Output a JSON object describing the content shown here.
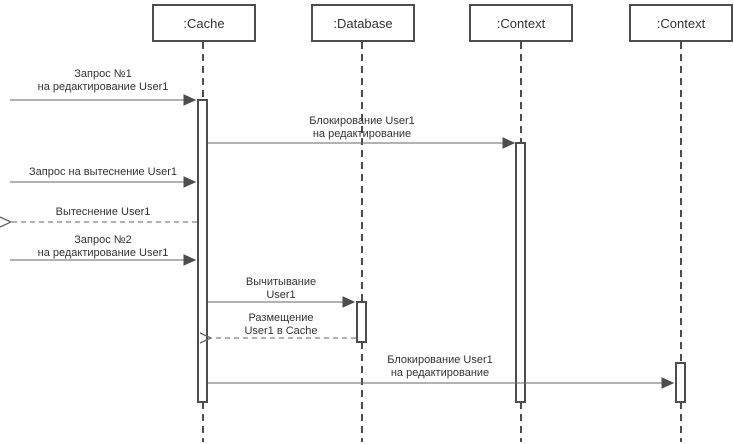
{
  "diagram": {
    "kind": "uml-sequence-diagram",
    "actors": [
      {
        "id": "cache",
        "label": ":Cache"
      },
      {
        "id": "database",
        "label": ":Database"
      },
      {
        "id": "context-1",
        "label": ":Context"
      },
      {
        "id": "context-2",
        "label": ":Context"
      }
    ],
    "messages": [
      {
        "label": "Запрос №1\nна редактирование User1",
        "from": "environment",
        "to": ":Cache",
        "line": "solid",
        "arrowhead": "filled"
      },
      {
        "label": "Блокирование User1\nна редактирование",
        "from": ":Cache",
        "to": ":Context",
        "line": "solid",
        "arrowhead": "filled"
      },
      {
        "label": "Запрос на вытеснение User1",
        "from": "environment",
        "to": ":Cache",
        "line": "solid",
        "arrowhead": "filled"
      },
      {
        "label": "Вытеснение User1",
        "from": ":Cache",
        "to": "environment",
        "line": "dashed",
        "arrowhead": "open"
      },
      {
        "label": "Запрос №2\nна редактирование User1",
        "from": "environment",
        "to": ":Cache",
        "line": "solid",
        "arrowhead": "filled"
      },
      {
        "label": "Вычитывание\nUser1",
        "from": ":Cache",
        "to": ":Database",
        "line": "solid",
        "arrowhead": "filled"
      },
      {
        "label": "Размещение\nUser1 в Cache",
        "from": ":Database",
        "to": ":Cache",
        "line": "dashed",
        "arrowhead": "open"
      },
      {
        "label": "Блокирование User1\nна редактирование",
        "from": ":Cache",
        "to": ":Context (2)",
        "line": "solid",
        "arrowhead": "filled"
      }
    ],
    "colors": {
      "stroke": "#4d4d4d",
      "message_line": "#666666",
      "text": "#333333",
      "background": "#ffffff"
    }
  }
}
